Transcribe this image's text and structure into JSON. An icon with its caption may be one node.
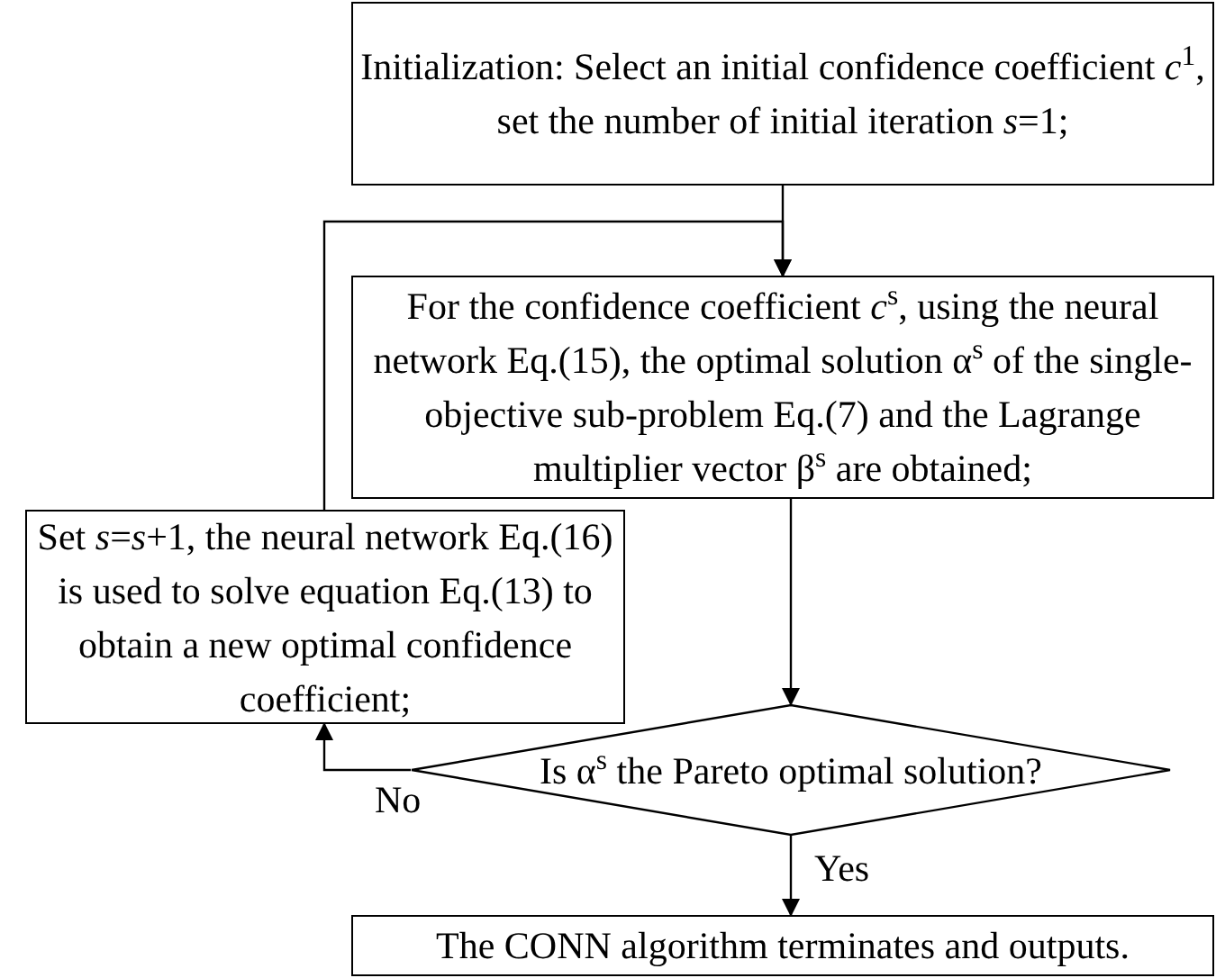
{
  "diagram": {
    "nodes": [
      {
        "text": [
          "Initialization: Select an initial confidence coefficient *c*$^{1}$, set the number of initial iteration *s*=1;"
        ]
      },
      {
        "text": [
          "For the confidence coefficient *c*$^{s}$, using the neural network Eq.(15), the optimal solution α$^{s}$ of the single-objective sub-problem Eq.(7) and the Lagrange multiplier vector β$^{s}$ are obtained;"
        ]
      },
      {
        "text": [
          "Set *s*=*s*+1, the neural network Eq.(16) is used to solve equation Eq.(13) to obtain a new optimal confidence coefficient;"
        ]
      },
      {
        "text": [
          "Is α$^{s}$ the Pareto optimal solution?"
        ]
      },
      {
        "text": [
          "The CONN algorithm terminates and outputs."
        ]
      }
    ],
    "edges": [
      {
        "from": 0,
        "to": 1,
        "arrow": "to"
      },
      {
        "from": 1,
        "to": 3,
        "arrow": "to"
      },
      {
        "from": 3,
        "to": 2,
        "arrow": "to",
        "label": "No"
      },
      {
        "from": 2,
        "to": 1,
        "arrow": "to"
      },
      {
        "from": 3,
        "to": 4,
        "arrow": "to",
        "label": "Yes"
      }
    ]
  }
}
